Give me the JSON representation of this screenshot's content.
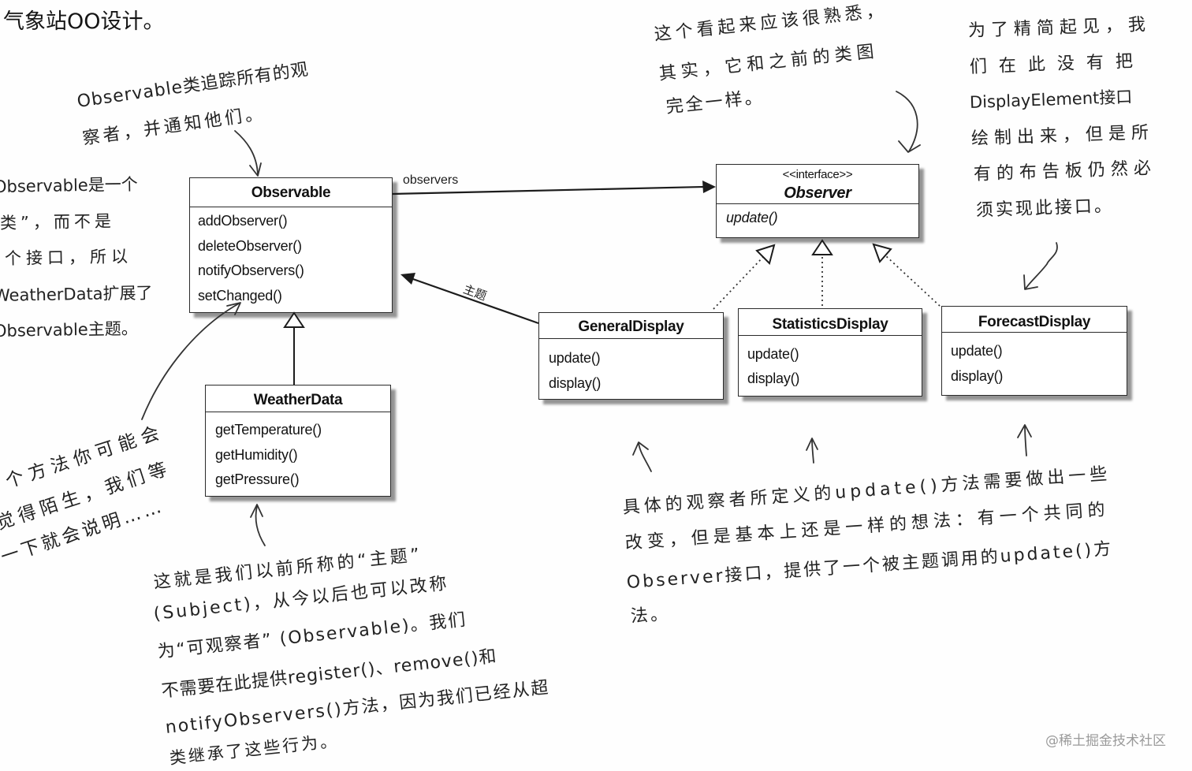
{
  "title": "气象站OO设计。",
  "colors": {
    "ink": "#1c1c1c",
    "background": "#ffffff",
    "box_border": "#2a2a2a",
    "shadow": "#8a8a8a",
    "watermark": "#9a9a9a"
  },
  "classes": {
    "observable": {
      "name": "Observable",
      "methods": [
        "addObserver()",
        "deleteObserver()",
        "notifyObservers()",
        "setChanged()"
      ]
    },
    "weather_data": {
      "name": "WeatherData",
      "methods": [
        "getTemperature()",
        "getHumidity()",
        "getPressure()"
      ]
    },
    "observer": {
      "stereotype": "<<interface>>",
      "name": "Observer",
      "methods": [
        "update()"
      ]
    },
    "general_display": {
      "name": "GeneralDisplay",
      "methods": [
        "update()",
        "display()"
      ]
    },
    "statistics_display": {
      "name": "StatisticsDisplay",
      "methods": [
        "update()",
        "display()"
      ]
    },
    "forecast_display": {
      "name": "ForecastDisplay",
      "methods": [
        "update()",
        "display()"
      ]
    }
  },
  "relations": {
    "observers_label": "observers",
    "subject_label": "主题"
  },
  "notes": {
    "observable_tracks_observers": [
      "Observable类追踪所有的观",
      "察者，并通知他们。"
    ],
    "observable_is_class": [
      "Observable是一个",
      "类”，而不是",
      "个接口，所以",
      "WeatherData扩展了",
      "Observable主题。"
    ],
    "unfamiliar_method": [
      "个方法你可能会",
      "觉得陌生，我们等",
      "一下就会说明……"
    ],
    "subject_renamed": [
      "这就是我们以前所称的“主题”",
      "(Subject)，从今以后也可以改称",
      "为“可观察者” (Observable)。我们",
      "不需要在此提供register()、remove()和",
      "notifyObservers()方法，因为我们已经从超",
      "类继承了这些行为。"
    ],
    "looks_familiar": [
      "这个看起来应该很熟悉，",
      "其实，它和之前的类图",
      "完全一样。"
    ],
    "display_element_omitted": [
      "为了精简起见，我",
      "们在此没有把",
      "DisplayElement接口",
      "绘制出来，但是所",
      "有的布告板仍然必",
      "须实现此接口。"
    ],
    "concrete_observers": [
      "具体的观察者所定义的update()方法需要做出一些",
      "改变，但是基本上还是一样的想法：有一个共同的",
      "Observer接口，提供了一个被主题调用的update()方",
      "法。"
    ]
  },
  "watermark": "@稀土掘金技术社区"
}
